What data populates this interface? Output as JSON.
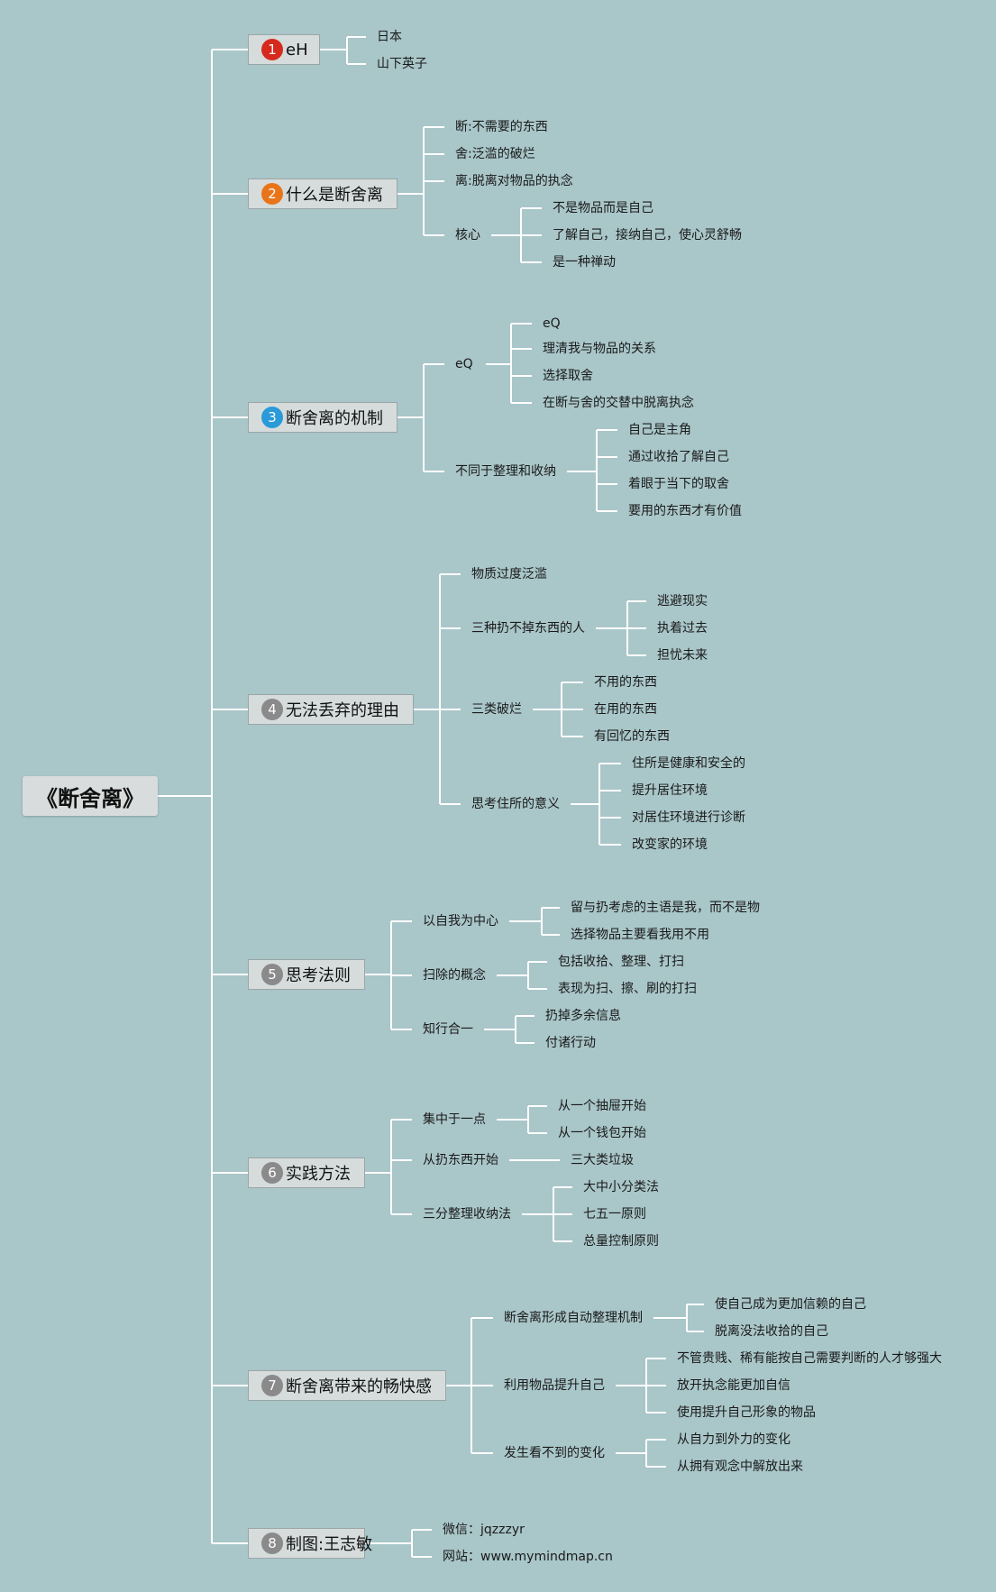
{
  "root": {
    "label": "《断舍离》"
  },
  "branches": [
    {
      "n": "1",
      "label": "eH",
      "color": "#d62a1e",
      "children": [
        {
          "label": "日本"
        },
        {
          "label": "山下英子"
        }
      ]
    },
    {
      "n": "2",
      "label": "什么是断舍离",
      "color": "#e8751a",
      "children": [
        {
          "label": "断:不需要的东西"
        },
        {
          "label": "舍:泛滥的破烂"
        },
        {
          "label": "离:脱离对物品的执念"
        },
        {
          "label": "核心",
          "children": [
            {
              "label": "不是物品而是自己"
            },
            {
              "label": "了解自己，接纳自己，使心灵舒畅"
            },
            {
              "label": "是一种禅动"
            }
          ]
        }
      ]
    },
    {
      "n": "3",
      "label": "断舍离的机制",
      "color": "#2a9ad8",
      "children": [
        {
          "label": "eQ",
          "children": [
            {
              "label": "eQ"
            },
            {
              "label": "理清我与物品的关系"
            },
            {
              "label": "选择取舍"
            },
            {
              "label": "在断与舍的交替中脱离执念"
            }
          ]
        },
        {
          "label": "不同于整理和收纳",
          "children": [
            {
              "label": "自己是主角"
            },
            {
              "label": "通过收拾了解自己"
            },
            {
              "label": "着眼于当下的取舍"
            },
            {
              "label": "要用的东西才有价值"
            }
          ]
        }
      ]
    },
    {
      "n": "4",
      "label": "无法丢弃的理由",
      "color": "#8a8a8a",
      "children": [
        {
          "label": "物质过度泛滥"
        },
        {
          "label": "三种扔不掉东西的人",
          "children": [
            {
              "label": "逃避现实"
            },
            {
              "label": "执着过去"
            },
            {
              "label": "担忧未来"
            }
          ]
        },
        {
          "label": "三类破烂",
          "children": [
            {
              "label": "不用的东西"
            },
            {
              "label": "在用的东西"
            },
            {
              "label": "有回忆的东西"
            }
          ]
        },
        {
          "label": "思考住所的意义",
          "children": [
            {
              "label": "住所是健康和安全的"
            },
            {
              "label": "提升居住环境"
            },
            {
              "label": "对居住环境进行诊断"
            },
            {
              "label": "改变家的环境"
            }
          ]
        }
      ]
    },
    {
      "n": "5",
      "label": "思考法则",
      "color": "#8a8a8a",
      "children": [
        {
          "label": "以自我为中心",
          "children": [
            {
              "label": "留与扔考虑的主语是我，而不是物"
            },
            {
              "label": "选择物品主要看我用不用"
            }
          ]
        },
        {
          "label": "扫除的概念",
          "children": [
            {
              "label": "包括收拾、整理、打扫"
            },
            {
              "label": "表现为扫、擦、刷的打扫"
            }
          ]
        },
        {
          "label": "知行合一",
          "children": [
            {
              "label": "扔掉多余信息"
            },
            {
              "label": "付诸行动"
            }
          ]
        }
      ]
    },
    {
      "n": "6",
      "label": "实践方法",
      "color": "#8a8a8a",
      "children": [
        {
          "label": "集中于一点",
          "children": [
            {
              "label": "从一个抽屉开始"
            },
            {
              "label": "从一个钱包开始"
            }
          ]
        },
        {
          "label": "从扔东西开始",
          "children": [
            {
              "label": "三大类垃圾"
            }
          ]
        },
        {
          "label": "三分整理收纳法",
          "children": [
            {
              "label": "大中小分类法"
            },
            {
              "label": "七五一原则"
            },
            {
              "label": "总量控制原则"
            }
          ]
        }
      ]
    },
    {
      "n": "7",
      "label": "断舍离带来的畅快感",
      "color": "#8a8a8a",
      "children": [
        {
          "label": "断舍离形成自动整理机制",
          "children": [
            {
              "label": "使自己成为更加信赖的自己"
            },
            {
              "label": "脱离没法收拾的自己"
            }
          ]
        },
        {
          "label": "利用物品提升自己",
          "children": [
            {
              "label": "不管贵贱、稀有能按自己需要判断的人才够强大"
            },
            {
              "label": "放开执念能更加自信"
            },
            {
              "label": "使用提升自己形象的物品"
            }
          ]
        },
        {
          "label": "发生看不到的变化",
          "children": [
            {
              "label": "从自力到外力的变化"
            },
            {
              "label": "从拥有观念中解放出来"
            }
          ]
        }
      ]
    },
    {
      "n": "8",
      "label": "制图:王志敏",
      "color": "#8a8a8a",
      "children": [
        {
          "label": "微信：jqzzzyr"
        },
        {
          "label": "网站：www.mymindmap.cn"
        }
      ]
    }
  ]
}
